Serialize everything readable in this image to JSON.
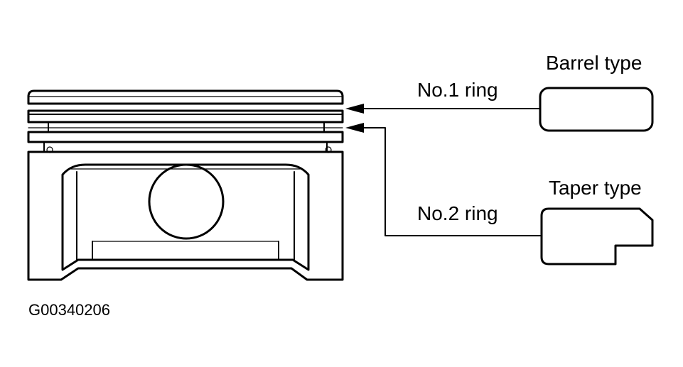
{
  "labels": {
    "ring1": "No.1 ring",
    "ring2": "No.2 ring",
    "barrel": "Barrel type",
    "taper": "Taper type",
    "figure_code": "G00340206"
  },
  "colors": {
    "ink": "#000000",
    "background": "#ffffff"
  }
}
